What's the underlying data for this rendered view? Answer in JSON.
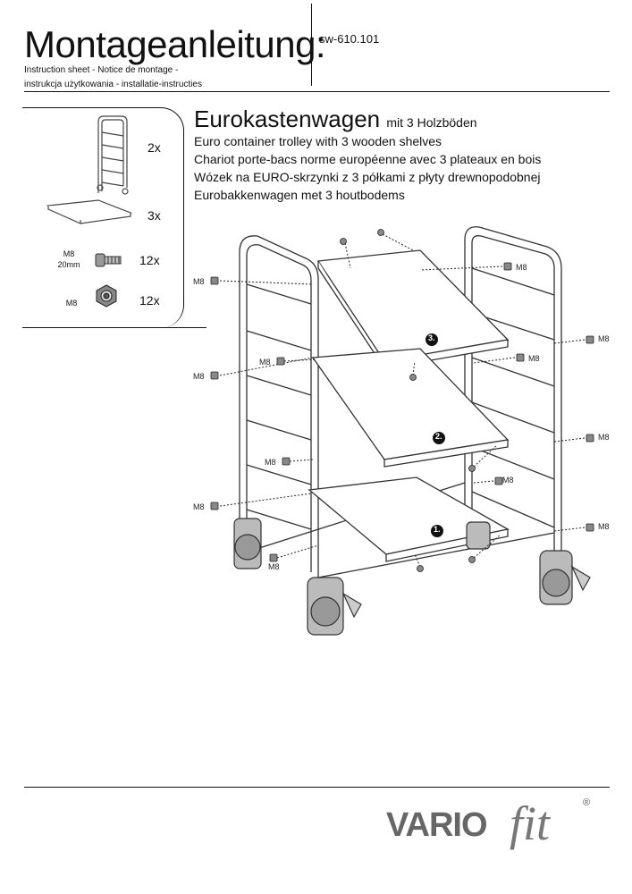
{
  "header": {
    "title": "Montageanleitung:",
    "doc_number": "sw-610.101",
    "subtitle_line1": "Instruction sheet - Notice de montage  -",
    "subtitle_line2": "instrukcja użytkowania - installatie-instructies"
  },
  "parts": {
    "items": [
      {
        "qty": "2x",
        "label": ""
      },
      {
        "qty": "3x",
        "label": ""
      },
      {
        "qty": "12x",
        "label_line1": "M8",
        "label_line2": "20mm"
      },
      {
        "qty": "12x",
        "label_line1": "M8"
      }
    ]
  },
  "product": {
    "title": "Eurokastenwagen",
    "title_suffix": "mit 3 Holzböden",
    "desc_en": "Euro container trolley with 3 wooden shelves",
    "desc_fr": "Chariot porte-bacs norme européenne avec 3 plateaux en bois",
    "desc_pl": "Wózek na EURO-skrzynki z 3 półkami z płyty drewnopodobnej",
    "desc_nl": "Eurobakkenwagen met 3 houtbodems"
  },
  "drawing": {
    "bolt_label": "M8",
    "shelf_numbers": [
      "3.",
      "2.",
      "1."
    ]
  },
  "brand": {
    "name_part1": "VARIO",
    "name_part2": "fit",
    "registered": "®"
  }
}
